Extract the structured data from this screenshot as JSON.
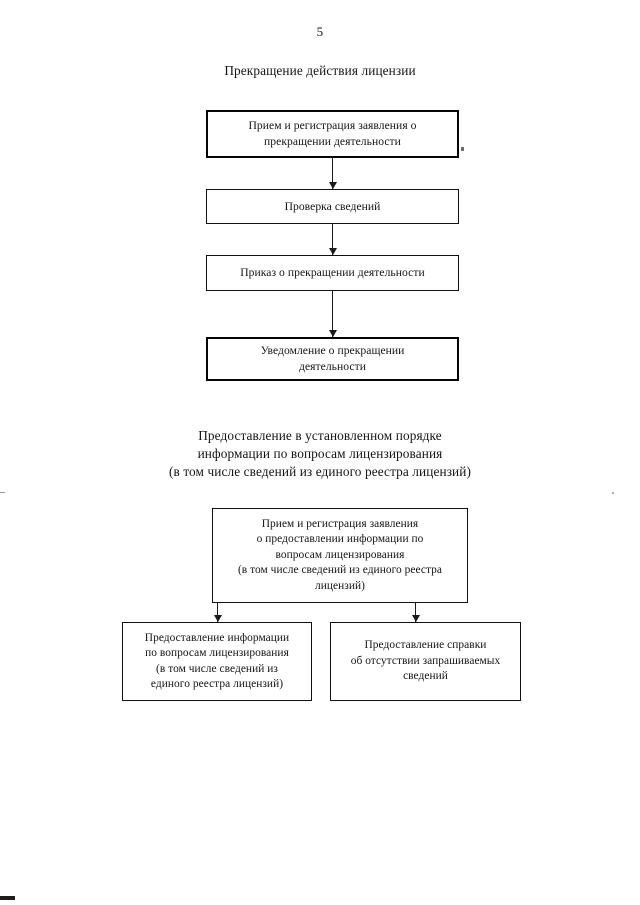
{
  "page": {
    "number": "5"
  },
  "diagram_1": {
    "title": "Прекращение действия лицензии",
    "boxes": [
      {
        "id": "box-1",
        "lines": [
          "Прием и регистрация заявления о",
          "прекращении деятельности"
        ]
      },
      {
        "id": "box-2",
        "lines": [
          "Проверка сведений"
        ]
      },
      {
        "id": "box-3",
        "lines": [
          "Приказ о прекращении деятельности"
        ]
      },
      {
        "id": "box-4",
        "lines": [
          "Уведомление о прекращении",
          "деятельности"
        ]
      }
    ]
  },
  "diagram_2": {
    "title_lines": [
      "Предоставление в установленном порядке",
      "информации по вопросам лицензирования",
      "(в том числе сведений из единого реестра лицензий)"
    ],
    "boxes": [
      {
        "id": "box-5",
        "lines": [
          "Прием и регистрация заявления",
          "о предоставлении информации по",
          "вопросам лицензирования",
          "(в том числе сведений из единого реестра",
          "лицензий)"
        ]
      },
      {
        "id": "box-6",
        "lines": [
          "Предоставление информации",
          "по вопросам лицензирования",
          "(в том числе сведений из",
          "единого реестра лицензий)"
        ]
      },
      {
        "id": "box-7",
        "lines": [
          "Предоставление справки",
          "об отсутствии запрашиваемых",
          "сведений"
        ]
      }
    ]
  },
  "colors": {
    "ink": "#141414",
    "box_border": "#111111",
    "box_border_heavy": "#050505",
    "connector": "#1a1a1a",
    "paper": "#ffffff"
  }
}
